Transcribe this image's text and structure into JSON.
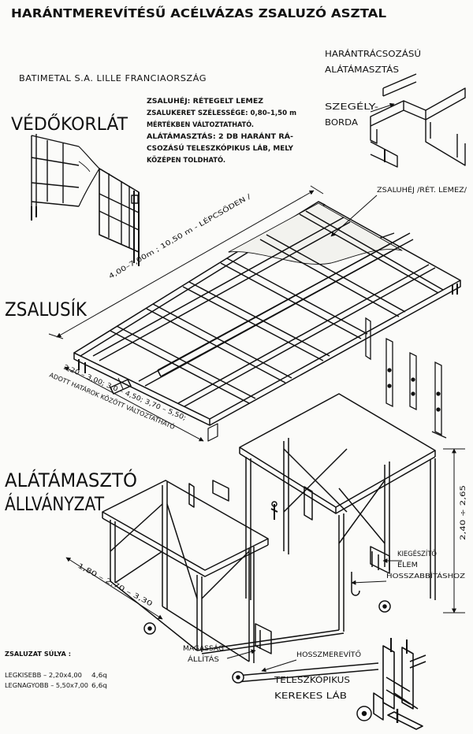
{
  "title": "HARÁNTMEREVÍTÉSŰ ACÉLVÁZAS ZSALUZÓ ASZTAL",
  "manufacturer": "BATIMETAL S.A. LILLE FRANCIAORSZÁG",
  "sections": {
    "guardrail": "VÉDŐKORLÁT",
    "deck": "ZSALUSÍK",
    "support_line1": "ALÁTÁMASZTÓ",
    "support_line2": "ÁLLVÁNYZAT"
  },
  "specs": [
    "ZSALUHÉJ: RÉTEGELT LEMEZ",
    "ZSALUKERET SZÉLESSÉGE: 0,80–1,50 m",
    "MÉRTÉKBEN VÁLTOZTATHATÓ.",
    "ALÁTÁMASZTÁS: 2 DB HARÁNT RÁ-",
    "CSOZÁSÚ TELESZKÓPIKUS LÁB, MELY",
    "KÖZÉPEN TOLDHATÓ."
  ],
  "labels": {
    "cross_support_line1": "HARÁNTRÁCSOZÁSÚ",
    "cross_support_line2": "ALÁTÁMASZTÁS",
    "edge_rib_line1": "SZEGÉLY-",
    "edge_rib_line2": "BORDA",
    "formwork_skin": "ZSALUHÉJ /RÉT. LEMEZ/",
    "supplementary_line1": "KIEGÉSZÍTŐ",
    "supplementary_line2": "ELEM",
    "extension": "HOSSZABBÍTÁSHOZ",
    "height_adjust_line1": "MAGASSÁG",
    "height_adjust_line2": "ÁLLÍTÁS",
    "longitudinal_brace": "HOSSZMEREVÍTŐ",
    "telescopic_line1": "TELESZKÓPIKUS",
    "telescopic_line2": "KEREKES LÁB"
  },
  "dimensions": {
    "length": "4,00–7,00m ; 10,50 m - LÉPCSŐDEN /",
    "width": "2,20 – 3,00; 3,0 – 4,50; 3,70 – 5,50;",
    "width_note": "ADOTT HATÁROK KÖZÖTT VÁLTOZTATHATÓ",
    "support_span": "1,80 – 2,70 – 3,30",
    "height": "2,40 ÷ 2,65"
  },
  "weights": {
    "heading": "ZSALUZAT SÚLYA :",
    "rows": [
      {
        "label": "LEGKISEBB – 2,20x4,00",
        "value": "4,6q"
      },
      {
        "label": "LEGNAGYOBB – 5,50x7,00",
        "value": "6,6q"
      }
    ]
  }
}
